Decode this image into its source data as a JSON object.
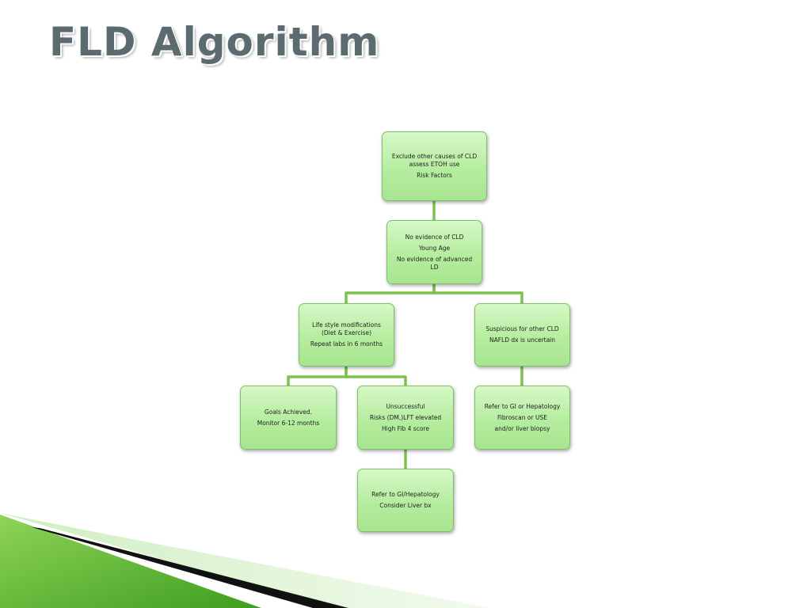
{
  "title": "FLD Algorithm",
  "colors": {
    "box_top": "#d6f8c6",
    "box_bottom": "#a7e58f",
    "box_border": "#7fbf6a",
    "connector": "#7cc24f",
    "title": "#5c6b70",
    "accent_green": "#5cb82a"
  },
  "nodes": {
    "exclude": {
      "lines": [
        "Exclude other causes of CLD assess ETOH use",
        "Risk Factors"
      ]
    },
    "no_evidence": {
      "lines": [
        "No evidence of CLD",
        "Young Age",
        "No evidence of advanced LD"
      ]
    },
    "lifestyle": {
      "lines": [
        "Life style modifications (Diet & Exercise)",
        "Repeat labs in 6 months"
      ]
    },
    "suspicious": {
      "lines": [
        "Suspicious for other CLD",
        "NAFLD dx is uncertain"
      ]
    },
    "goals": {
      "lines": [
        "Goals Achieved.",
        "Monitor 6-12 months"
      ]
    },
    "unsuccessful": {
      "lines": [
        "Unsuccessful",
        "Risks (DM,)LFT elevated",
        "High Fib 4 score"
      ]
    },
    "refer_gi": {
      "lines": [
        "Refer to GI or Hepatology",
        "Fibroscan or USE",
        "and/or liver biopsy"
      ]
    },
    "refer_gi_hep": {
      "lines": [
        "Refer to GI/Hepatology",
        "Consider Liver bx"
      ]
    }
  }
}
